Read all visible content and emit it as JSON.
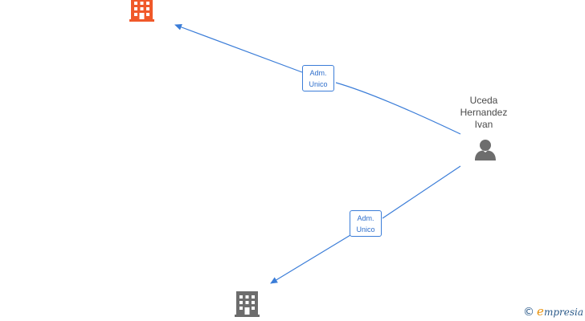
{
  "person": {
    "name_lines": [
      "Uceda",
      "Hernandez",
      "Ivan"
    ],
    "icon": "person-icon",
    "color": "#6d6d6d"
  },
  "companies": [
    {
      "icon": "building-icon",
      "color": "#f0592a"
    },
    {
      "icon": "building-icon",
      "color": "#6d6d6d"
    }
  ],
  "relations": [
    {
      "role_lines": [
        "Adm.",
        "Unico"
      ],
      "from": "person",
      "to": "company-1"
    },
    {
      "role_lines": [
        "Adm.",
        "Unico"
      ],
      "from": "person",
      "to": "company-2"
    }
  ],
  "edge_color": "#3b7dd8",
  "watermark": {
    "copyright_symbol": "©",
    "brand_initial": "e",
    "brand_rest": "mpresia"
  }
}
